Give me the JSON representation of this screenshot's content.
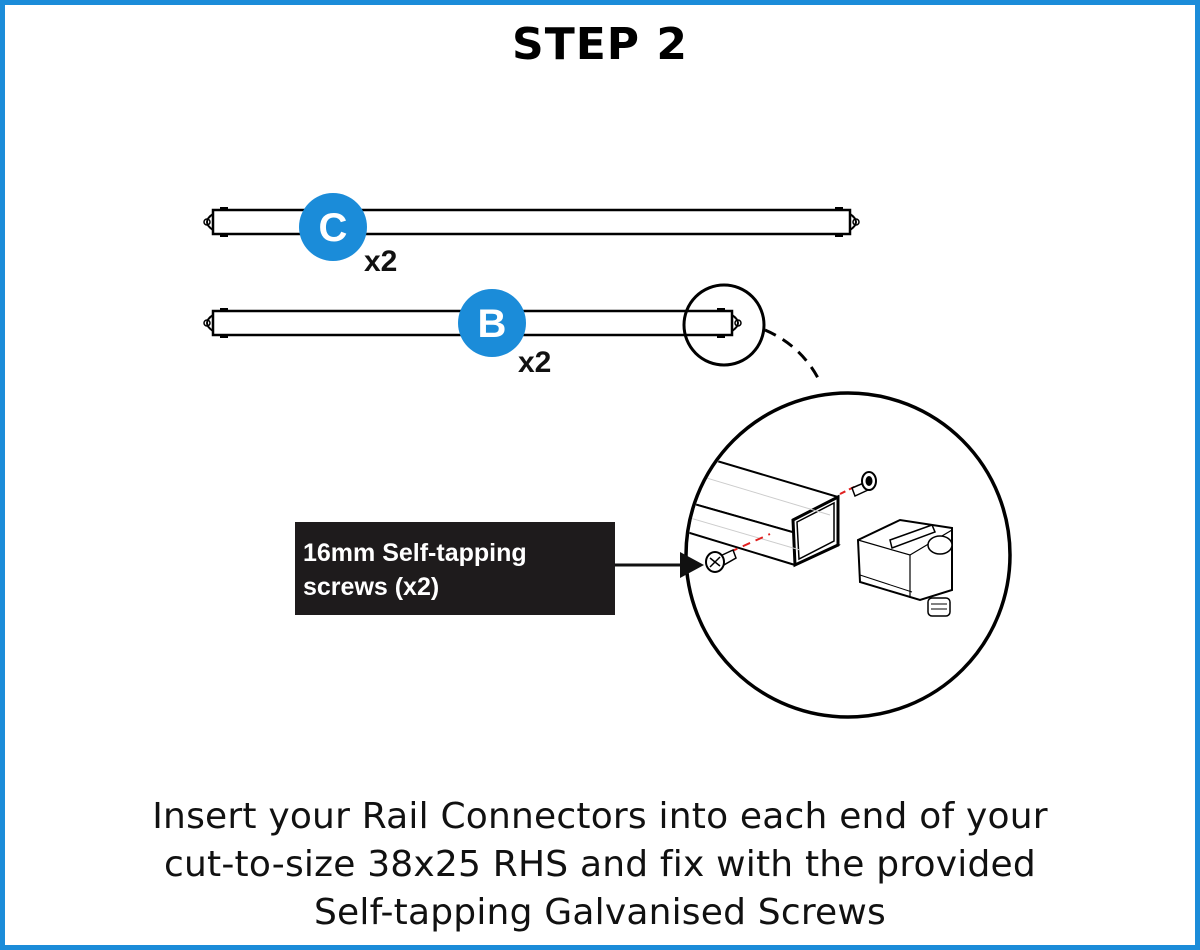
{
  "title": "STEP 2",
  "colors": {
    "border": "#1b8cd9",
    "badge": "#1b8cd9",
    "callout_bg": "#1e1b1c",
    "guide_line": "#e02020"
  },
  "parts": [
    {
      "label": "C",
      "quantity": "x2"
    },
    {
      "label": "B",
      "quantity": "x2"
    }
  ],
  "callout": {
    "line1": "16mm Self-tapping",
    "line2": "screws (x2)"
  },
  "instructions": [
    "Insert your Rail Connectors into each end of your",
    "cut-to-size 38x25 RHS and fix with the provided",
    "Self-tapping Galvanised Screws"
  ]
}
